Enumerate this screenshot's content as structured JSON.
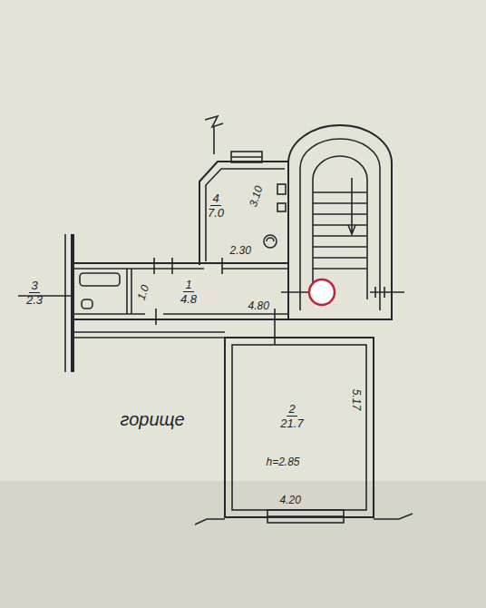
{
  "diagram": {
    "nodes": [
      {
        "text": [
          "4",
          "7.0"
        ]
      },
      {
        "text": [
          "3",
          "2.3"
        ]
      },
      {
        "text": [
          "1",
          "4.8"
        ]
      },
      {
        "text": [
          "2",
          "21.7"
        ]
      }
    ],
    "labels": [
      "3.10",
      "2.30",
      "1.0",
      "4.80",
      "5.17",
      "h=2.85",
      "4.20",
      "горище"
    ]
  }
}
